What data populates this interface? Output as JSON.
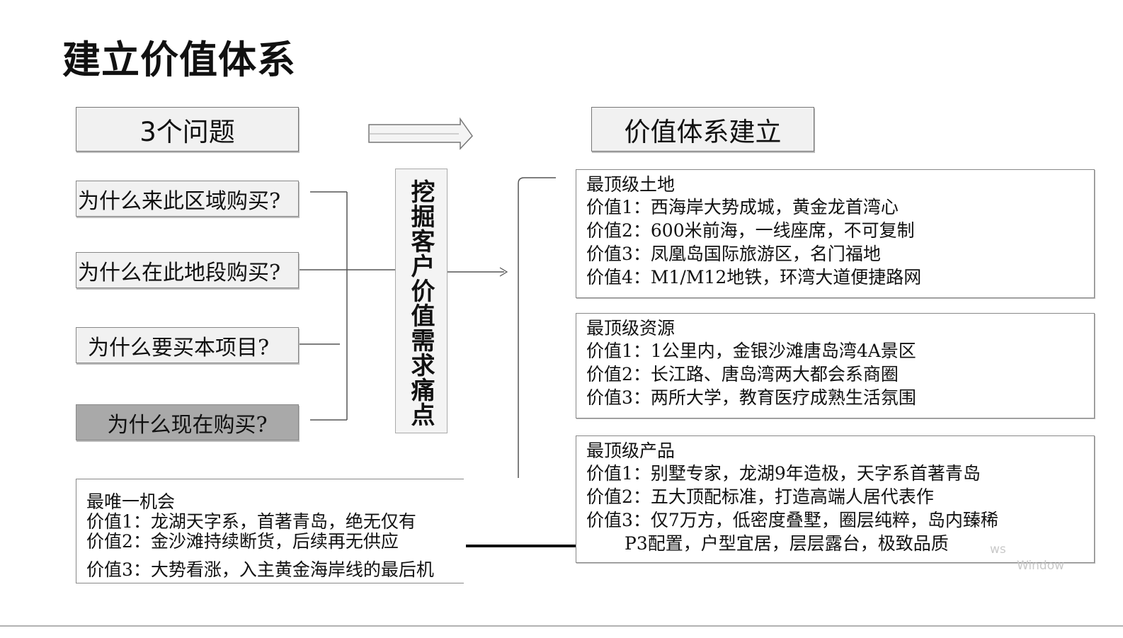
{
  "title": "建立价值体系",
  "left_header": "3个问题",
  "right_header": "价值体系建立",
  "questions": [
    "为什么来此区域购买?",
    "为什么在此地段购买?",
    "为什么要买本项目?",
    "为什么现在购买?"
  ],
  "center_label": "挖掘客户价值需求痛点",
  "panels": [
    {
      "title": "最顶级土地",
      "lines": [
        "价值1：西海岸大势成城，黄金龙首湾心",
        "价值2：600米前海，一线座席，不可复制",
        "价值3：凤凰岛国际旅游区，名门福地",
        "价值4：M1/M12地铁，环湾大道便捷路网"
      ]
    },
    {
      "title": "最顶级资源",
      "lines": [
        "价值1：1公里内，金银沙滩唐岛湾4A景区",
        "价值2：长江路、唐岛湾两大都会系商圈",
        "价值3：两所大学，教育医疗成熟生活氛围"
      ]
    },
    {
      "title": "最顶级产品",
      "lines": [
        "价值1：别墅专家，龙湖9年造极，天字系首著青岛",
        "价值2：五大顶配标准，打造高端人居代表作",
        "价值3：仅7万方，低密度叠墅，圈层纯粹，岛内臻稀",
        "P3配置，户型宜居，层层露台，极致品质"
      ]
    }
  ],
  "bottom_panel": {
    "title": "最唯一机会",
    "lines": [
      "价值1：龙湖天字系，首著青岛，绝无仅有",
      "价值2：金沙滩持续断货，后续再无供应",
      "价值3：大势看涨，入主黄金海岸线的最后机"
    ]
  },
  "watermark": {
    "line1": "ws",
    "line2": "Window"
  }
}
